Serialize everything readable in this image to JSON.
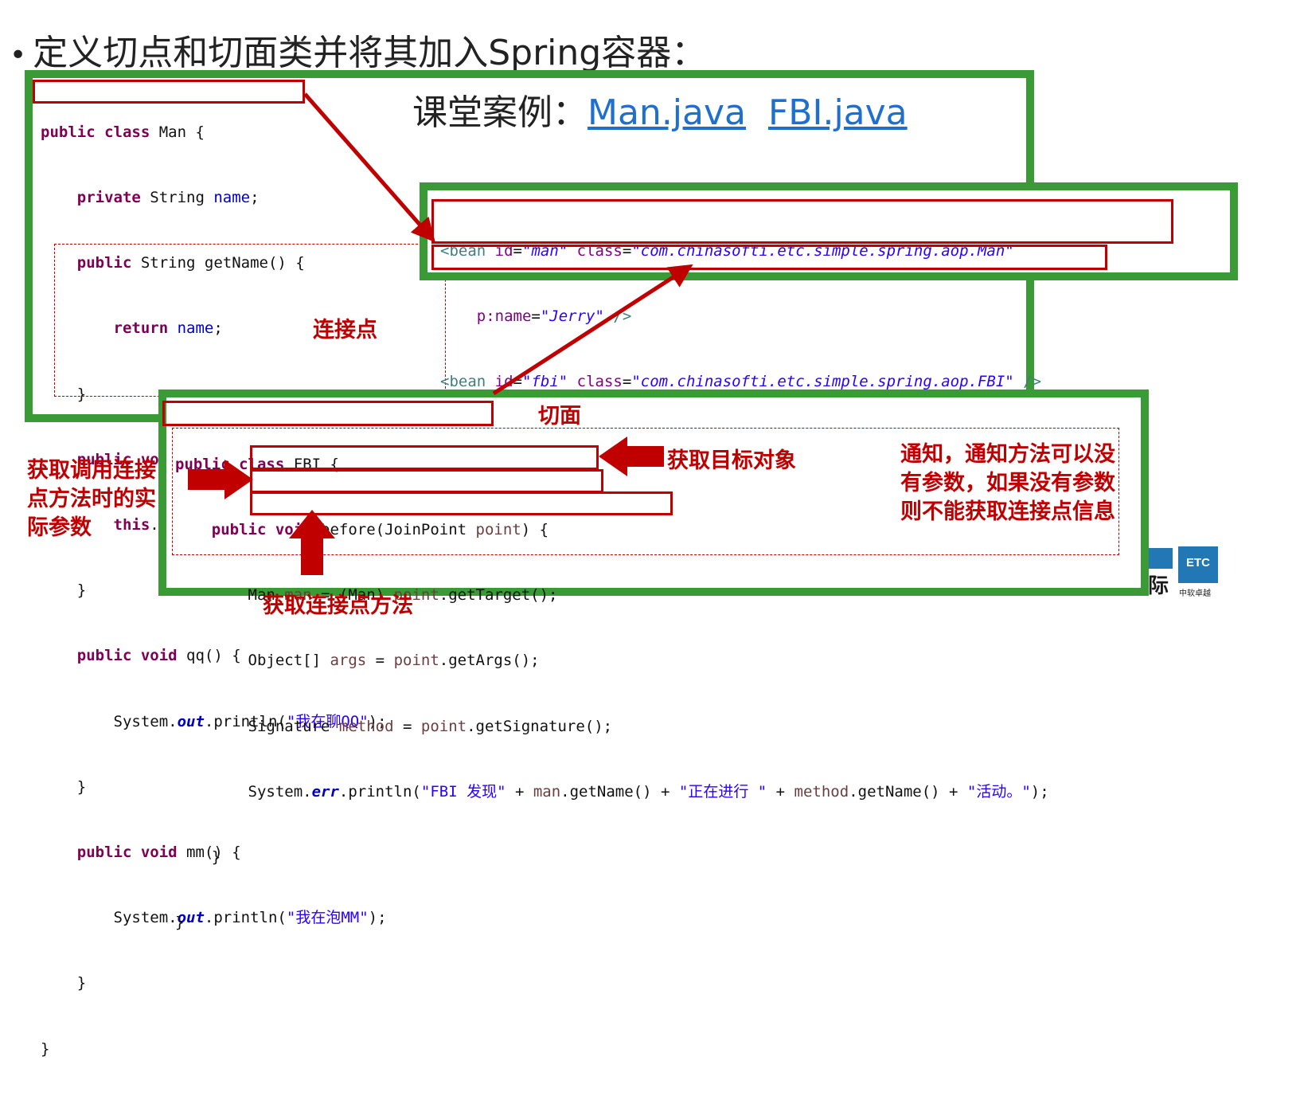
{
  "title": "定义切点和切面类并将其加入Spring容器：",
  "bullet": "•",
  "case_label": "课堂案例：",
  "case_links": [
    "Man.java",
    "FBI.java"
  ],
  "man_code": [
    "public class Man {",
    "    private String name;",
    "    public String getName() {",
    "        return name;",
    "    }",
    "    public void setName(String name) {",
    "        this.name = name;",
    "    }",
    "    public void qq() {",
    "        System.out.println(\"我在聊QQ\");",
    "    }",
    "    public void mm() {",
    "        System.out.println(\"我在泡MM\");",
    "    }",
    "}"
  ],
  "xml_code": [
    "<bean id=\"man\" class=\"com.chinasofti.etc.simple.spring.aop.Man\"",
    "    p:name=\"Jerry\" />",
    "<bean id=\"fbi\" class=\"com.chinasofti.etc.simple.spring.aop.FBI\" />"
  ],
  "fbi_code": [
    "public class FBI {",
    "    public void before(JoinPoint point) {",
    "        Man man = (Man) point.getTarget();",
    "        Object[] args = point.getArgs();",
    "        Signature method = point.getSignature();",
    "        System.err.println(\"FBI 发现\" + man.getName() + \"正在进行 \" + method.getName() + \"活动。\");",
    "    }",
    "}"
  ],
  "annotations": {
    "join_point": "连接点",
    "aspect": "切面",
    "get_target": "获取目标对象",
    "get_args": "获取调用连接点方法时的实际参数",
    "get_signature": "获取连接点方法",
    "advice": "通知，通知方法可以没有参数，如果没有参数则不能获取连接点信息"
  },
  "logo": {
    "text": "ETC",
    "sub": "中软卓越",
    "partial": "际"
  },
  "colors": {
    "green": "#3a9a35",
    "red": "#c00000",
    "link": "#1f6fcf"
  }
}
